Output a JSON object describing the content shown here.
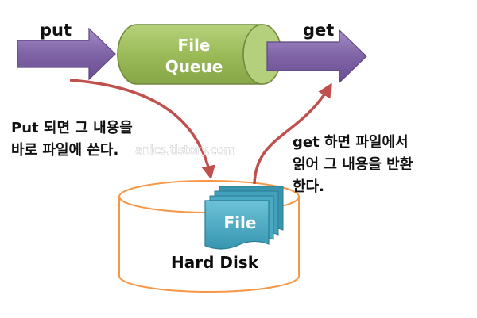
{
  "labels": {
    "put": "put",
    "get": "get",
    "queue_line1": "File",
    "queue_line2": "Queue",
    "file": "File",
    "hard_disk": "Hard Disk",
    "put_note_line1": "Put 되면 그 내용을",
    "put_note_line2": "바로 파일에 쓴다.",
    "get_note_line1": "get 하면 파일에서",
    "get_note_line2": "읽어 그 내용을 반환",
    "get_note_line3": "한다."
  },
  "watermark": "anics.tistory.com",
  "colors": {
    "arrow_purple": "#8064a2",
    "queue_green": "#9bbb59",
    "curve_red": "#c0504d",
    "disk_orange": "#f79646",
    "file_blue": "#4bacc6"
  }
}
